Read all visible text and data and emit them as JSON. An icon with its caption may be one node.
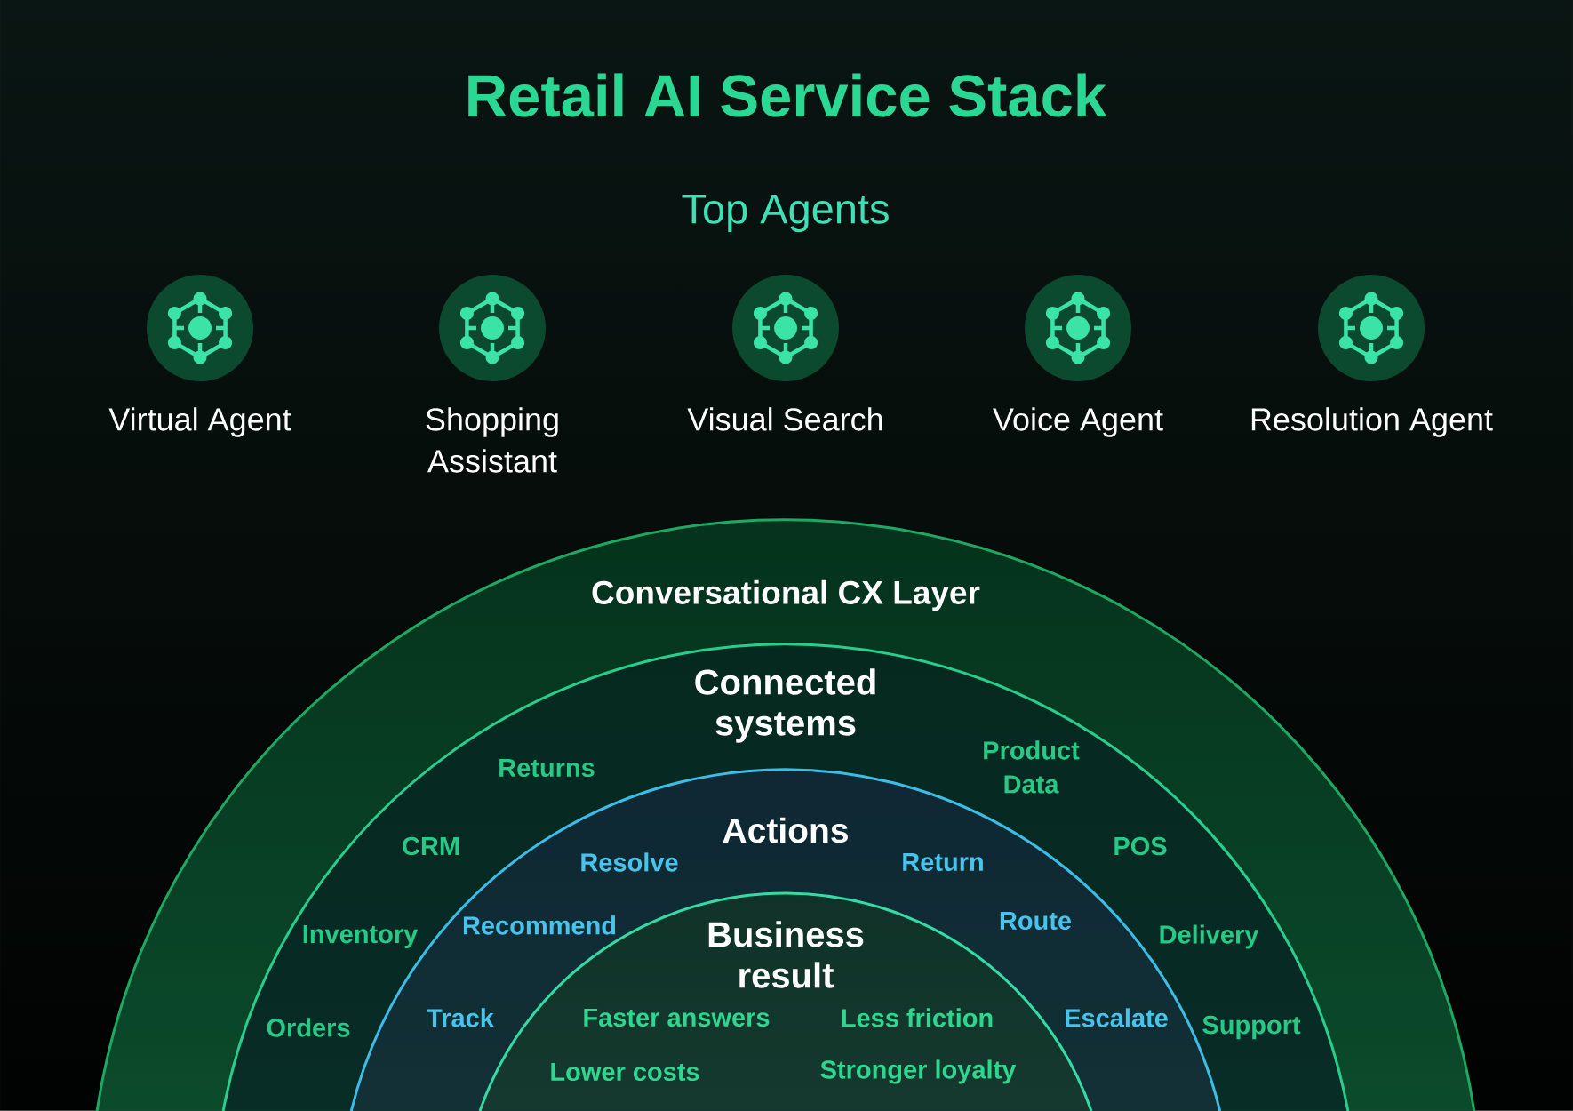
{
  "diagram": {
    "title": "Retail AI Service Stack",
    "nodes": [
      {
        "text": [
          "Virtual Agent"
        ]
      },
      {
        "text": [
          "Shopping Assistant"
        ]
      },
      {
        "text": [
          "Visual Search"
        ]
      },
      {
        "text": [
          "Voice Agent"
        ]
      },
      {
        "text": [
          "Resolution Agent"
        ]
      },
      {
        "text": [
          "Conversational CX Layer"
        ]
      },
      {
        "text": [
          "Connected systems"
        ],
        "in": 5
      },
      {
        "text": [
          "Actions"
        ],
        "in": 6
      },
      {
        "text": [
          "Business result"
        ],
        "in": 7
      }
    ],
    "labels": [
      "Top Agents",
      "Returns",
      "Product Data",
      "CRM",
      "Resolve",
      "Return",
      "POS",
      "Inventory",
      "Recommend",
      "Route",
      "Delivery",
      "Orders",
      "Track",
      "Faster answers",
      "Less friction",
      "Escalate",
      "Support",
      "Lower costs",
      "Stronger loyalty"
    ]
  }
}
